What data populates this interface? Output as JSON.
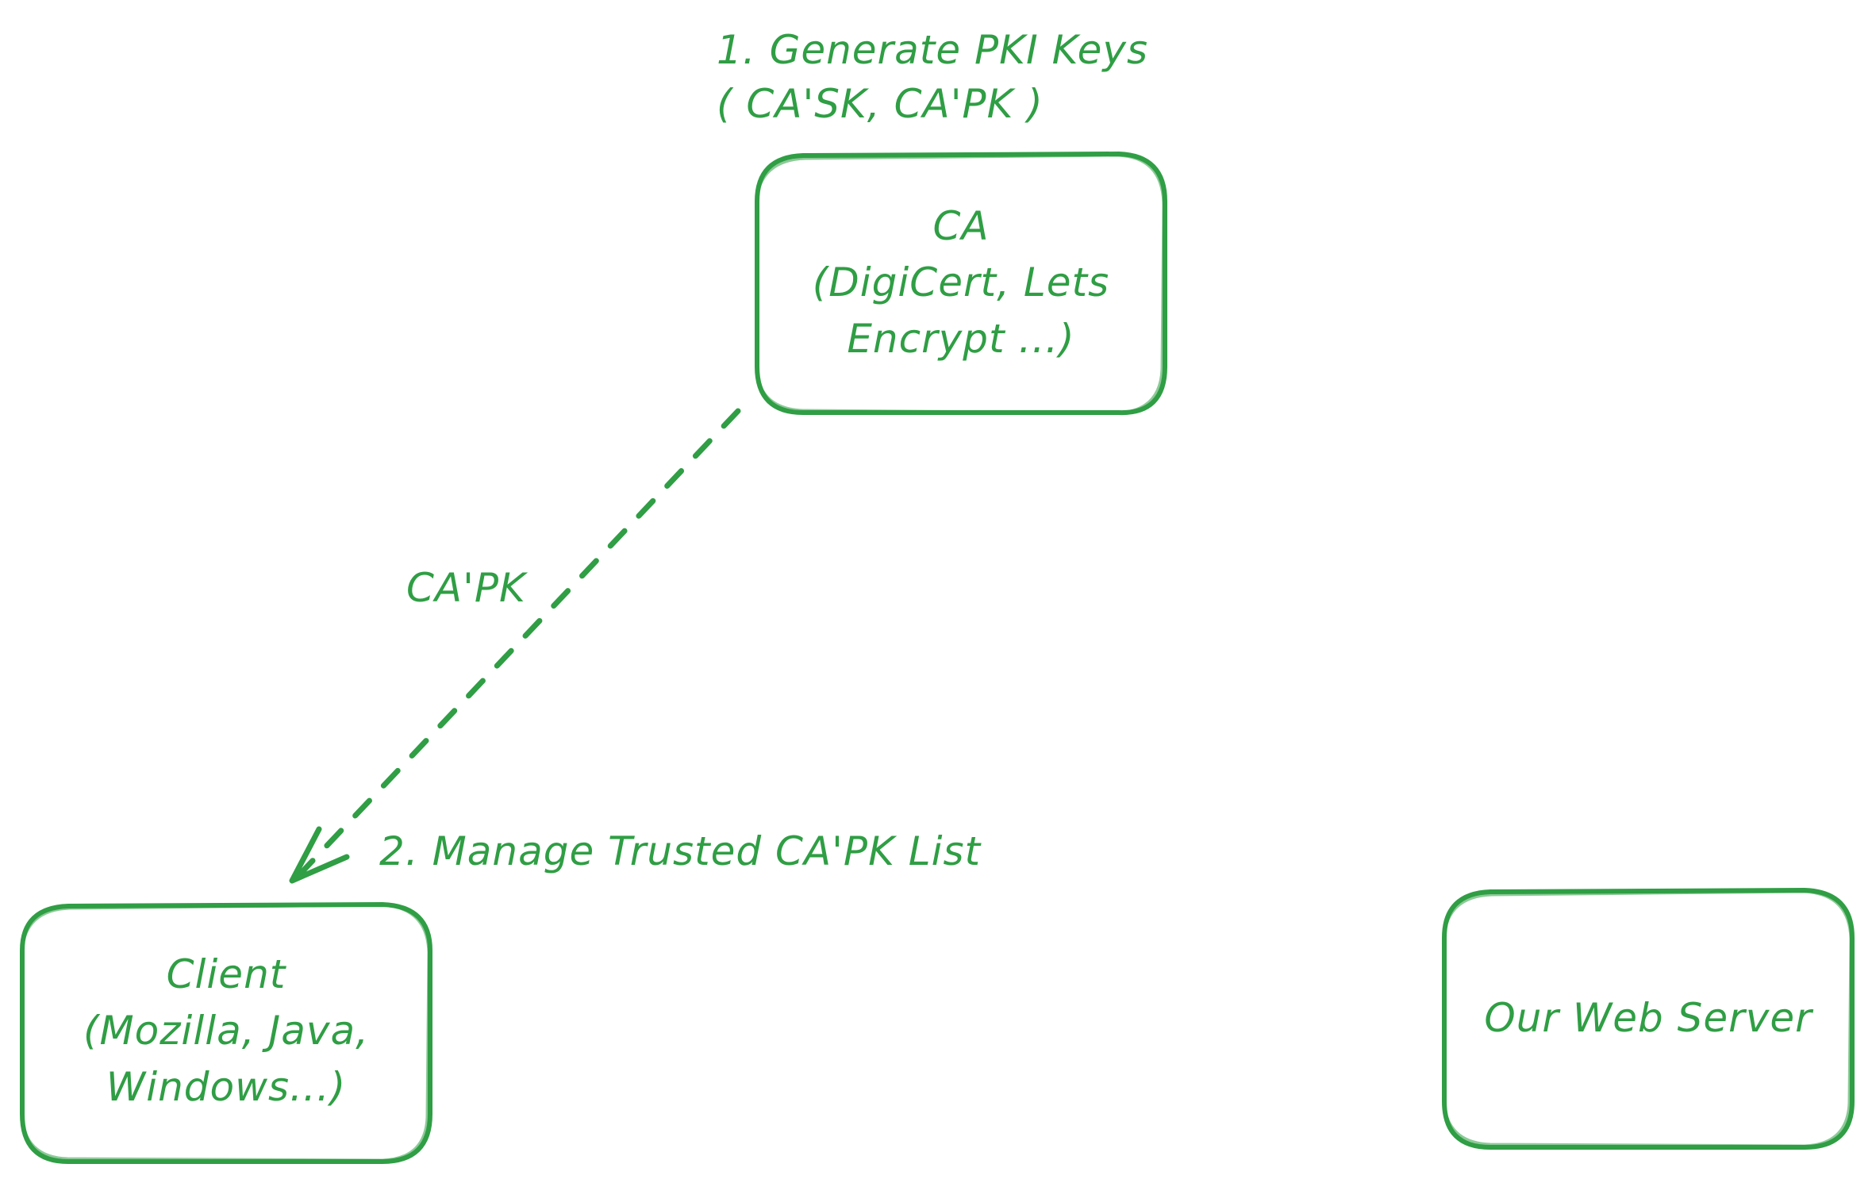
{
  "colors": {
    "stroke": "#2f9e44",
    "text": "#2f9e44",
    "background": "#ffffff"
  },
  "nodes": {
    "ca": {
      "lines": [
        "CA",
        "(DigiCert, Lets",
        "Encrypt ...)"
      ]
    },
    "client": {
      "lines": [
        "Client",
        "(Mozilla, Java,",
        "Windows...)"
      ]
    },
    "server": {
      "lines": [
        "Our Web Server"
      ]
    }
  },
  "annotations": {
    "step1": {
      "lines": [
        "1. Generate PKI Keys",
        "( CA'SK, CA'PK )"
      ]
    },
    "step2": {
      "text": "2. Manage Trusted CA'PK List"
    }
  },
  "edges": {
    "ca_to_client": {
      "label": "CA'PK",
      "style": "dashed",
      "direction": "ca-to-client"
    }
  }
}
